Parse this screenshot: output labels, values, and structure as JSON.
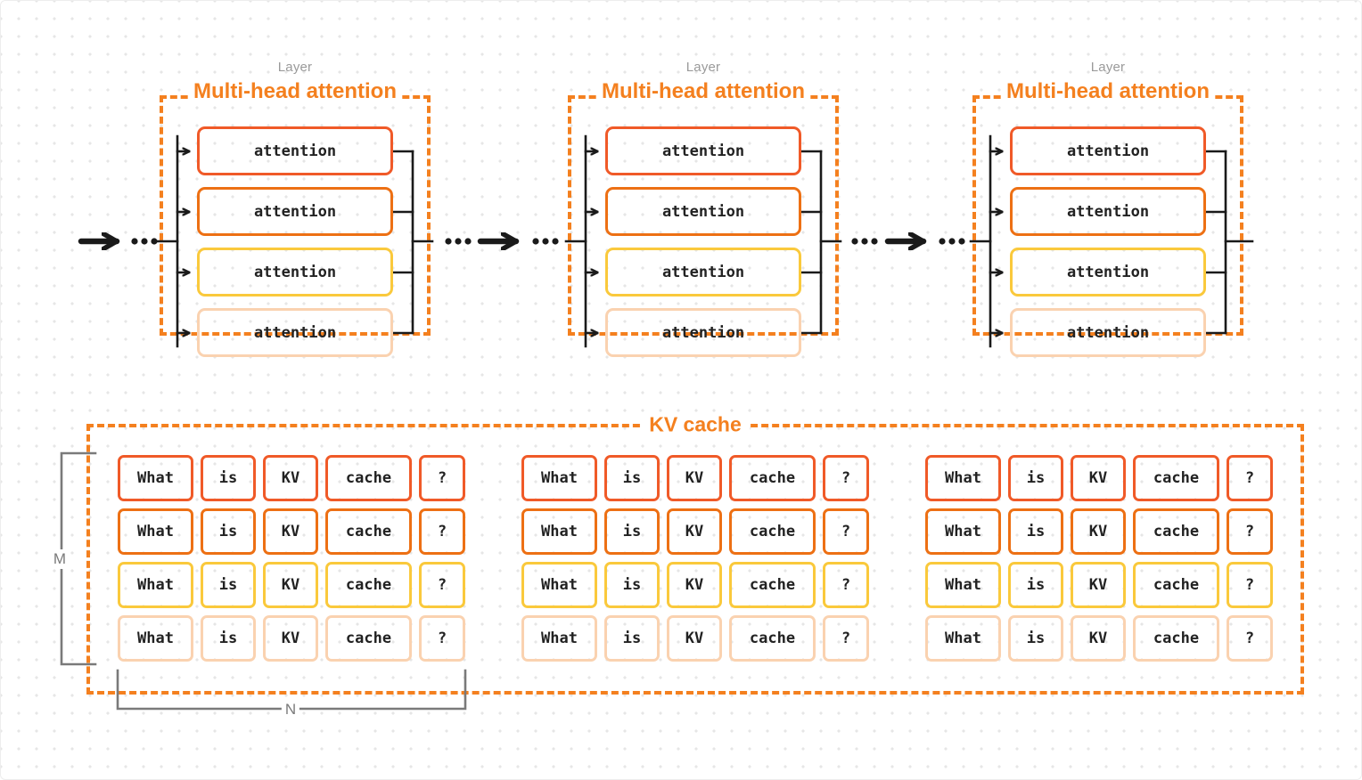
{
  "diagram": {
    "title_kv_cache": "KV cache",
    "layer_label": "Layer",
    "mha_title": "Multi-head attention",
    "head_label": "attention",
    "bracket_m": "M",
    "bracket_n": "N"
  },
  "colors": {
    "accent_orange": "#F4801F",
    "head_1": "#F05A28",
    "head_2": "#ED7014",
    "head_3": "#FAC93C",
    "head_4": "#FAD2B0",
    "layer_label_gray": "#9a9a9a",
    "bracket_gray": "#7a7a7a",
    "connector_black": "#1a1a1a",
    "text_dark": "#222222",
    "dot_grid": "#e6e6e6",
    "page_border": "#ededed"
  },
  "layers": [
    {
      "label": "Layer",
      "title": "Multi-head attention",
      "heads": [
        {
          "label": "attention",
          "color": "#F05A28"
        },
        {
          "label": "attention",
          "color": "#ED7014"
        },
        {
          "label": "attention",
          "color": "#FAC93C"
        },
        {
          "label": "attention",
          "color": "#FAD2B0"
        }
      ]
    },
    {
      "label": "Layer",
      "title": "Multi-head attention",
      "heads": [
        {
          "label": "attention",
          "color": "#F05A28"
        },
        {
          "label": "attention",
          "color": "#ED7014"
        },
        {
          "label": "attention",
          "color": "#FAC93C"
        },
        {
          "label": "attention",
          "color": "#FAD2B0"
        }
      ]
    },
    {
      "label": "Layer",
      "title": "Multi-head attention",
      "heads": [
        {
          "label": "attention",
          "color": "#F05A28"
        },
        {
          "label": "attention",
          "color": "#ED7014"
        },
        {
          "label": "attention",
          "color": "#FAC93C"
        },
        {
          "label": "attention",
          "color": "#FAD2B0"
        }
      ]
    }
  ],
  "kv_cache": {
    "title": "KV cache",
    "row_colors": [
      "#F05A28",
      "#ED7014",
      "#FAC93C",
      "#FAD2B0"
    ],
    "tokens": [
      "What",
      "is",
      "KV",
      "cache",
      "?"
    ],
    "blocks": [
      {
        "rows": [
          [
            "What",
            "is",
            "KV",
            "cache",
            "?"
          ],
          [
            "What",
            "is",
            "KV",
            "cache",
            "?"
          ],
          [
            "What",
            "is",
            "KV",
            "cache",
            "?"
          ],
          [
            "What",
            "is",
            "KV",
            "cache",
            "?"
          ]
        ]
      },
      {
        "rows": [
          [
            "What",
            "is",
            "KV",
            "cache",
            "?"
          ],
          [
            "What",
            "is",
            "KV",
            "cache",
            "?"
          ],
          [
            "What",
            "is",
            "KV",
            "cache",
            "?"
          ],
          [
            "What",
            "is",
            "KV",
            "cache",
            "?"
          ]
        ]
      },
      {
        "rows": [
          [
            "What",
            "is",
            "KV",
            "cache",
            "?"
          ],
          [
            "What",
            "is",
            "KV",
            "cache",
            "?"
          ],
          [
            "What",
            "is",
            "KV",
            "cache",
            "?"
          ],
          [
            "What",
            "is",
            "KV",
            "cache",
            "?"
          ]
        ]
      }
    ],
    "dim_rows_label": "M",
    "dim_cols_label": "N"
  }
}
